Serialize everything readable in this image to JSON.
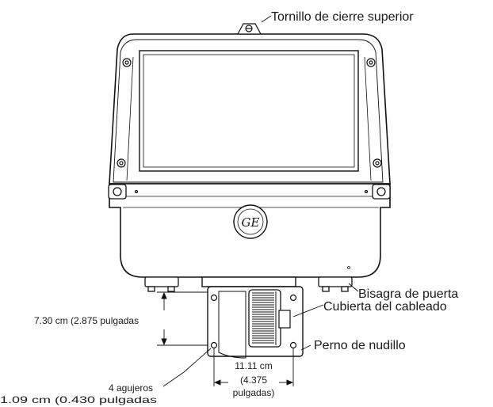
{
  "labels": {
    "top_screw": "Tornillo de cierre superior",
    "door_hinge": "Bisagra de puerta",
    "wiring_cover": "Cubierta del cableado",
    "knuckle_bolt": "Perno de nudillo",
    "height_dim": "7.30 cm (2.875 pulgadas",
    "holes_count": "4 agujeros",
    "holes_size": "1.09 cm (0.430 pulgadas",
    "width_dim_line1": "11.11 cm",
    "width_dim_line2": "(4.375",
    "width_dim_line3": "pulgadas)"
  },
  "logo": {
    "text": "GE",
    "icon": "ge-logo-icon"
  },
  "colors": {
    "line": "#111111",
    "fill": "#ffffff",
    "detail": "#333333"
  }
}
